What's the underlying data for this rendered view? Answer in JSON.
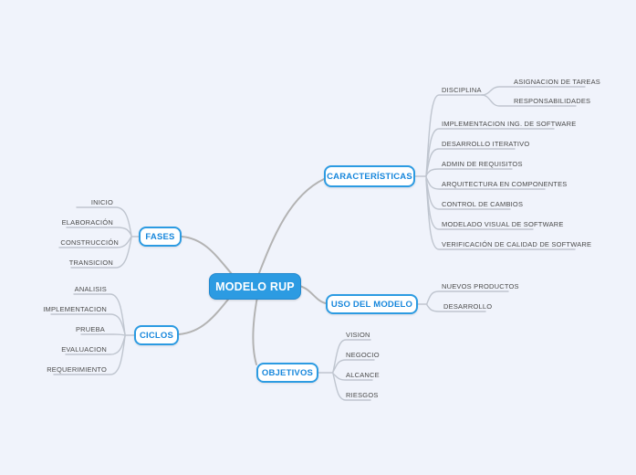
{
  "canvas": {
    "background": "#F0F3FB"
  },
  "colors": {
    "accent_blue": "#2C9BE2",
    "topic_text_blue": "#1787DC",
    "root_text": "#FFFFFF",
    "branch_line_gray": "#B3B3B3",
    "leaf_line_gray": "#BFC5CF",
    "leaf_text_gray": "#4A4A4A"
  },
  "mindmap": {
    "root": {
      "label": "MODELO RUP"
    },
    "branches": {
      "fases": {
        "label": "FASES",
        "children": [
          "INICIO",
          "ELABORACIÓN",
          "CONSTRUCCIÓN",
          "TRANSICION"
        ]
      },
      "ciclos": {
        "label": "CICLOS",
        "children": [
          "ANALISIS",
          "IMPLEMENTACION",
          "PRUEBA",
          "EVALUACION",
          "REQUERIMIENTO"
        ]
      },
      "caracteristicas": {
        "label": "CARACTERÍSTICAS",
        "children": [
          "DISCIPLINA",
          "IMPLEMENTACION ING. DE SOFTWARE",
          "DESARROLLO ITERATIVO",
          "ADMIN DE REQUISITOS",
          "ARQUITECTURA EN COMPONENTES",
          "CONTROL DE CAMBIOS",
          "MODELADO VISUAL DE SOFTWARE",
          "VERIFICACIÓN DE CALIDAD DE SOFTWARE"
        ],
        "disciplina_children": [
          "ASIGNACION DE TAREAS",
          "RESPONSABILIDADES"
        ]
      },
      "uso_del_modelo": {
        "label": "USO DEL MODELO",
        "children": [
          "NUEVOS PRODUCTOS",
          "DESARROLLO"
        ]
      },
      "objetivos": {
        "label": "OBJETIVOS",
        "children": [
          "VISION",
          "NEGOCIO",
          "ALCANCE",
          "RIESGOS"
        ]
      }
    }
  }
}
